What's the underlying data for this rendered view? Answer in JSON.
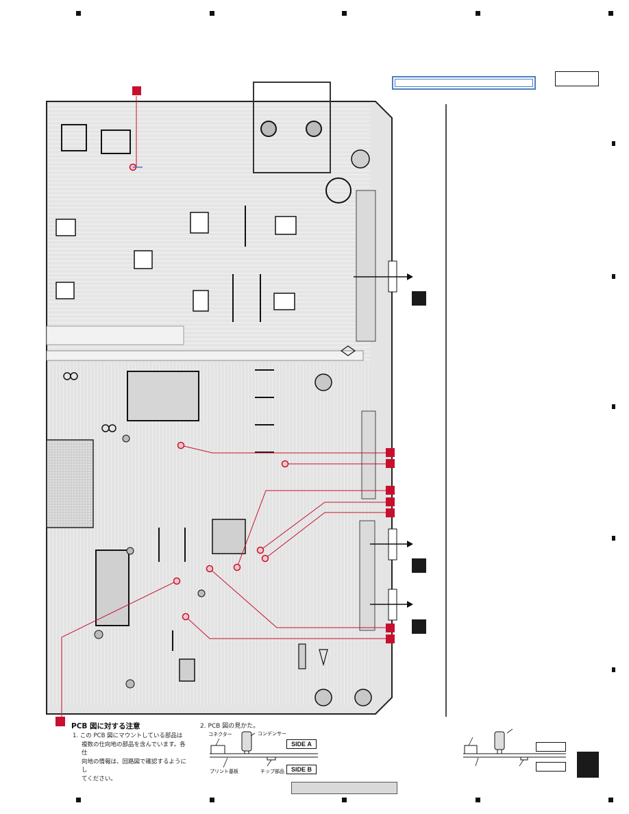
{
  "notes": {
    "title": "PCB 図に対する注意",
    "line1": "1. この PCB 図にマウントしている部品は",
    "line2": "複数の仕向地の部品を含んでいます。各仕",
    "line3": "向地の情報は、回路図で確認するようにし",
    "line4": "てください。"
  },
  "howto": {
    "title": "2. PCB 図の見かた。",
    "connector_label": "コネクター",
    "capacitor_label": "コンデンサー",
    "board_label": "プリント基板",
    "chip_label": "チップ部品",
    "side_a": "SIDE A",
    "side_b": "SIDE B"
  },
  "colors": {
    "marker_red": "#c8102e",
    "frame_blue": "#4a7fc1",
    "pcb_gray": "#e4e4e4"
  }
}
